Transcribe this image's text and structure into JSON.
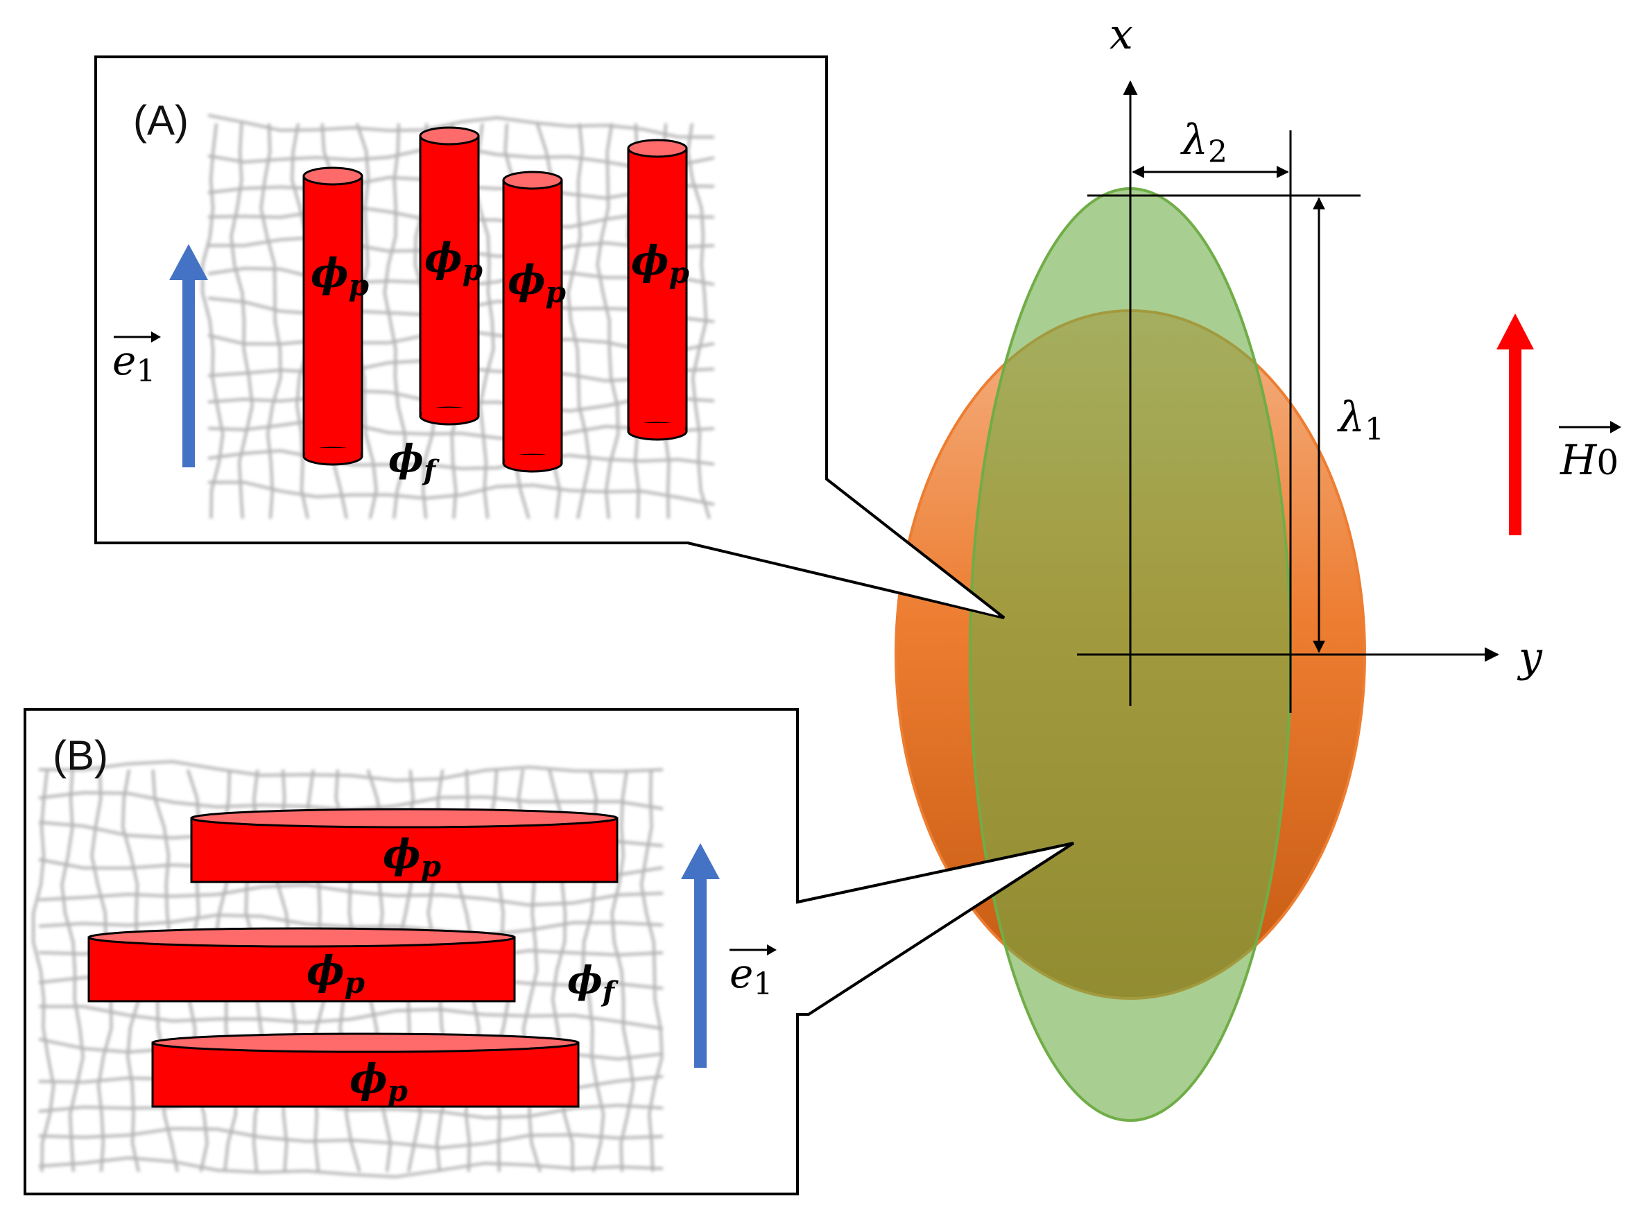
{
  "panel_a": {
    "label": "(A)",
    "vector_label": "e",
    "vector_sub": "1",
    "particle_label": "ϕ",
    "particle_sub": "p",
    "matrix_label": "ϕ",
    "matrix_sub": "f"
  },
  "panel_b": {
    "label": "(B)",
    "vector_label": "e",
    "vector_sub": "1",
    "particle_label": "ϕ",
    "particle_sub": "p",
    "matrix_label": "ϕ",
    "matrix_sub": "f"
  },
  "axes": {
    "x_label": "x",
    "y_label": "y"
  },
  "dimensions": {
    "lambda2_symbol": "λ",
    "lambda2_sub": "2",
    "lambda1_symbol": "λ",
    "lambda1_sub": "1"
  },
  "field": {
    "symbol": "H",
    "sub": "0"
  },
  "colors": {
    "particle": "#ff0000",
    "particle_top": "#ff6a6a",
    "vector_arrow": "#4472c4",
    "field_arrow": "#ff0000",
    "orange_ellipse": "#ed7d31",
    "green_ellipse": "#70ad47",
    "fiber": "#a6a6a6"
  }
}
